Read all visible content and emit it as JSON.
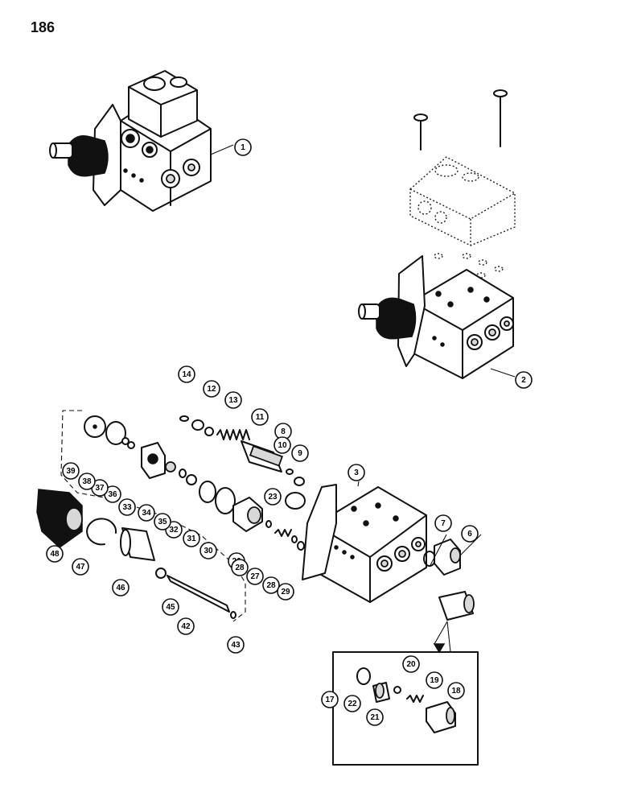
{
  "page": {
    "number": "186"
  },
  "callouts": [
    {
      "label": "1"
    },
    {
      "label": "2"
    },
    {
      "label": "3"
    },
    {
      "label": "6"
    },
    {
      "label": "7"
    },
    {
      "label": "8"
    },
    {
      "label": "9"
    },
    {
      "label": "10"
    },
    {
      "label": "11"
    },
    {
      "label": "12"
    },
    {
      "label": "13"
    },
    {
      "label": "14"
    },
    {
      "label": "17"
    },
    {
      "label": "18"
    },
    {
      "label": "19"
    },
    {
      "label": "20"
    },
    {
      "label": "21"
    },
    {
      "label": "22"
    },
    {
      "label": "23"
    },
    {
      "label": "26"
    },
    {
      "label": "27"
    },
    {
      "label": "28"
    },
    {
      "label": "28"
    },
    {
      "label": "29"
    },
    {
      "label": "30"
    },
    {
      "label": "31"
    },
    {
      "label": "32"
    },
    {
      "label": "33"
    },
    {
      "label": "34"
    },
    {
      "label": "35"
    },
    {
      "label": "36"
    },
    {
      "label": "37"
    },
    {
      "label": "38"
    },
    {
      "label": "39"
    },
    {
      "label": "42"
    },
    {
      "label": "43"
    },
    {
      "label": "45"
    },
    {
      "label": "46"
    },
    {
      "label": "47"
    },
    {
      "label": "48"
    }
  ]
}
